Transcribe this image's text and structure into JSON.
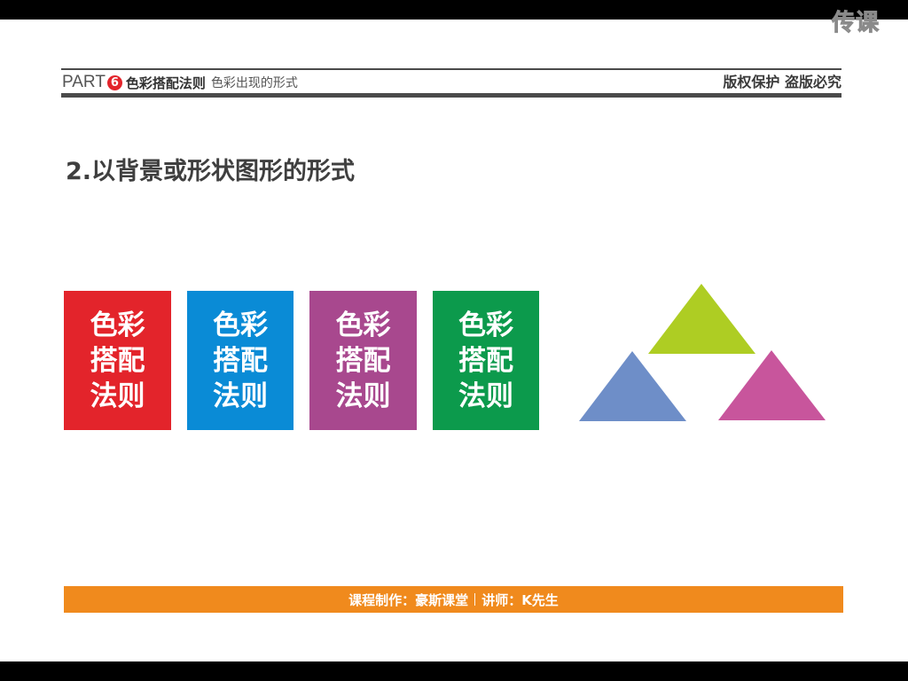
{
  "watermark": {
    "text": "传课"
  },
  "header": {
    "part_label": "PART",
    "part_number": "6",
    "chapter_title": "色彩搭配法则",
    "section_title": "色彩出现的形式",
    "copyright_notice": "版权保护 盗版必究"
  },
  "slide": {
    "heading": "2.以背景或形状图形的形式",
    "blocks": [
      {
        "text": "色彩搭配法则",
        "color": "#e3242b"
      },
      {
        "text": "色彩搭配法则",
        "color": "#0a8bd6"
      },
      {
        "text": "色彩搭配法则",
        "color": "#a8488e"
      },
      {
        "text": "色彩搭配法则",
        "color": "#0c9a4c"
      }
    ],
    "triangles": [
      {
        "name": "green-triangle",
        "color": "#aecd23"
      },
      {
        "name": "blue-triangle",
        "color": "#6e8ec8"
      },
      {
        "name": "pink-triangle",
        "color": "#c8559c"
      }
    ]
  },
  "footer": {
    "producer_label": "课程制作：豪斯课堂",
    "lecturer_label": "讲师：K先生",
    "bar_color": "#f08a1d"
  }
}
